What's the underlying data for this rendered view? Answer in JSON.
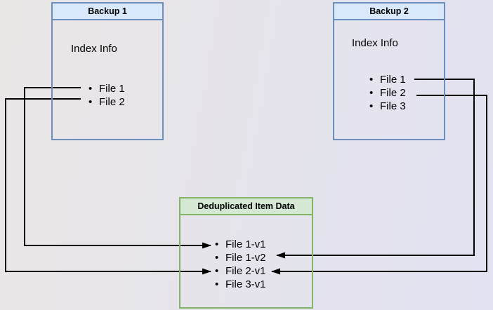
{
  "backup1": {
    "title": "Backup 1",
    "subtitle": "Index Info",
    "files": [
      "File 1",
      "File 2"
    ]
  },
  "backup2": {
    "title": "Backup 2",
    "subtitle": "Index Info",
    "files": [
      "File 1",
      "File 2",
      "File 3"
    ]
  },
  "dedup": {
    "title": "Deduplicated Item Data",
    "items": [
      "File 1-v1",
      "File 1-v2",
      "File 2-v1",
      "File 3-v1"
    ]
  },
  "edges": [
    {
      "from": "Backup 1 / File 1",
      "to": "File 1-v1"
    },
    {
      "from": "Backup 1 / File 2",
      "to": "File 2-v1"
    },
    {
      "from": "Backup 2 / File 1",
      "to": "File 1-v2"
    },
    {
      "from": "Backup 2 / File 2",
      "to": "File 2-v1"
    }
  ],
  "colors": {
    "blue_fill": "#dae8fc",
    "blue_border": "#6c8ebf",
    "green_fill": "#d5e8d4",
    "green_border": "#82b366",
    "connector": "#000000"
  }
}
